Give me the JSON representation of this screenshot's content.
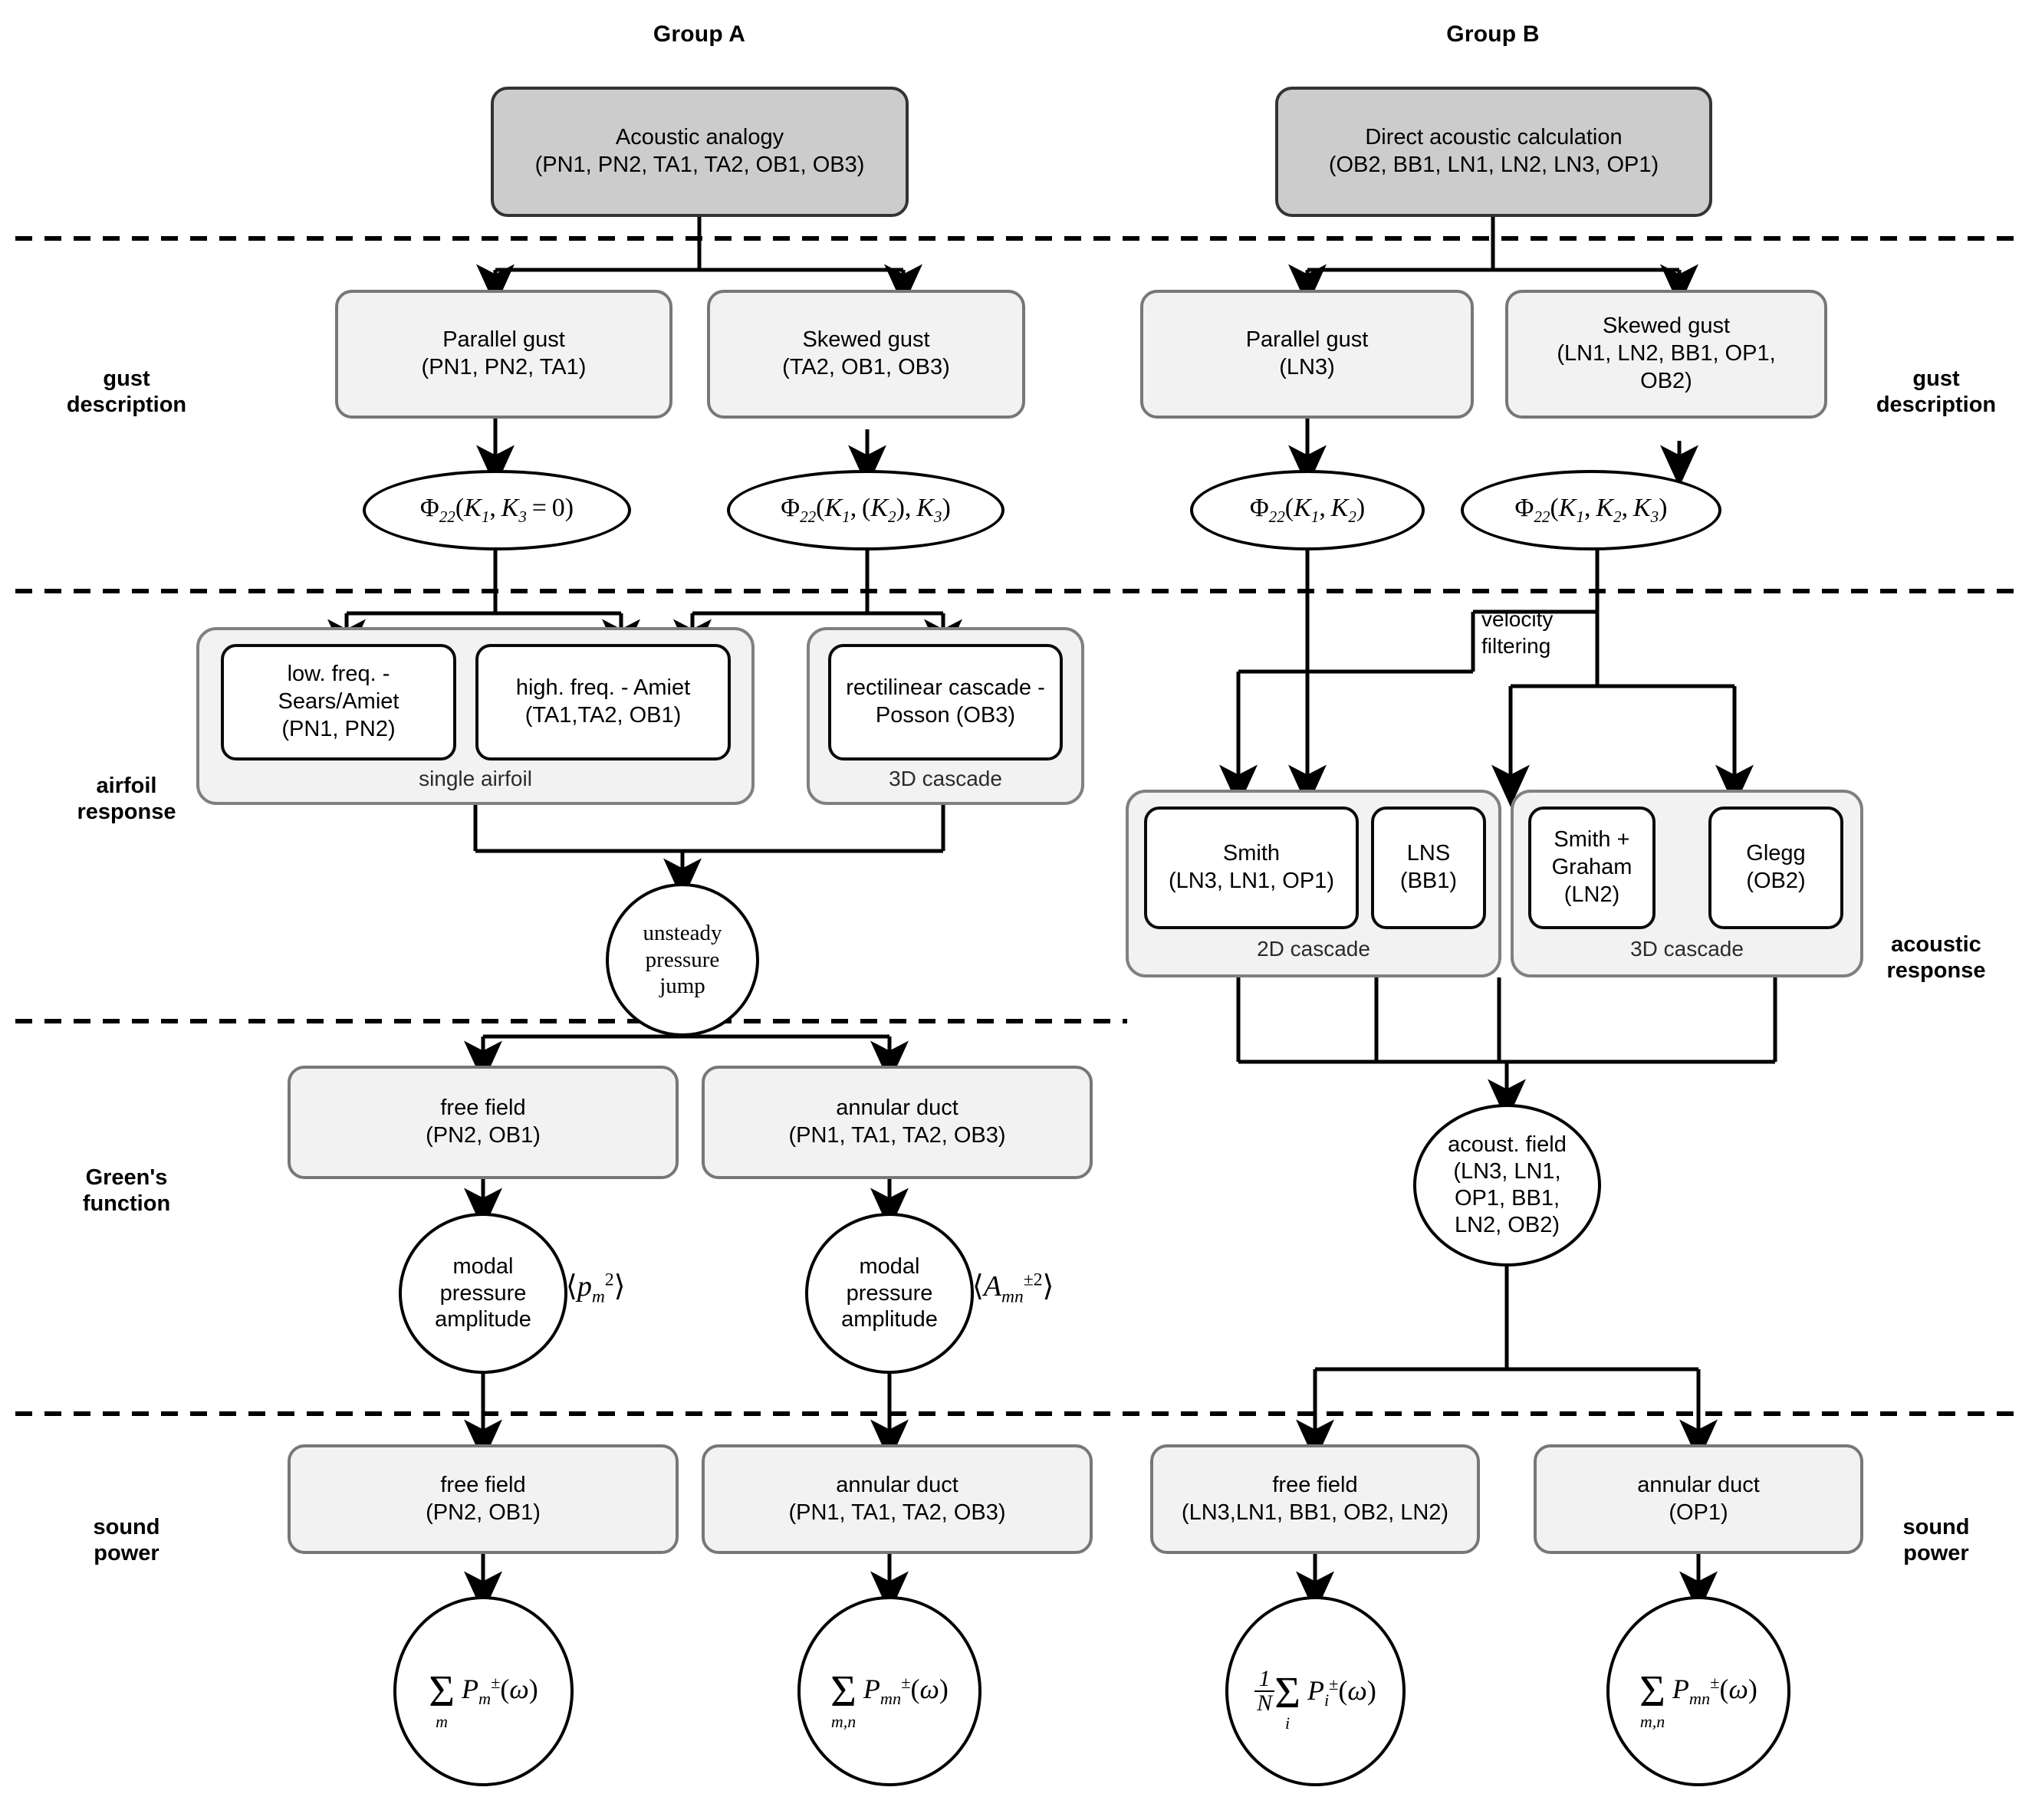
{
  "groups": {
    "a_title": "Group A",
    "b_title": "Group B"
  },
  "side_labels_left": [
    {
      "key": "gust",
      "text": "gust\ndescription"
    },
    {
      "key": "airfoil",
      "text": "airfoil\nresponse"
    },
    {
      "key": "greens",
      "text": "Green's\nfunction"
    },
    {
      "key": "sound",
      "text": "sound\npower"
    }
  ],
  "side_labels_right": [
    {
      "key": "gust",
      "text": "gust\ndescription"
    },
    {
      "key": "acoustic",
      "text": "acoustic\nresponse"
    },
    {
      "key": "sound",
      "text": "sound\npower"
    }
  ],
  "labels": {
    "gust_description": "gust\ndescription",
    "airfoil_response": "airfoil\nresponse",
    "greens_function": "Green's\nfunction",
    "sound_power": "sound\npower",
    "acoustic_response": "acoustic\nresponse"
  },
  "group_a": {
    "root": {
      "line1": "Acoustic analogy",
      "line2": "(PN1, PN2, TA1, TA2, OB1, OB3)"
    },
    "gust_parallel": {
      "line1": "Parallel gust",
      "line2": "(PN1, PN2, TA1)"
    },
    "gust_skewed": {
      "line1": "Skewed gust",
      "line2": "(TA2, OB1, OB3)"
    },
    "spectrum_parallel": "Φ22(K1, K3 = 0)",
    "spectrum_skewed": "Φ22(K1, (K2), K3)",
    "single_airfoil_label": "single airfoil",
    "cascade3d_label": "3D cascade",
    "resp_lowfreq": {
      "line1": "low. freq. -",
      "line2": "Sears/Amiet",
      "line3": "(PN1, PN2)"
    },
    "resp_highfreq": {
      "line1": "high. freq. -  Amiet",
      "line2": "(TA1,TA2, OB1)"
    },
    "resp_cascade": {
      "line1": "rectilinear cascade -",
      "line2": "Posson (OB3)"
    },
    "pressure_jump": {
      "line1": "unsteady",
      "line2": "pressure",
      "line3": "jump"
    },
    "green_free": {
      "line1": "free field",
      "line2": "(PN2, OB1)"
    },
    "green_duct": {
      "line1": "annular duct",
      "line2": "(PN1, TA1, TA2, OB3)"
    },
    "modal_free": {
      "line1": "modal",
      "line2": "pressure",
      "line3": "amplitude"
    },
    "modal_duct": {
      "line1": "modal",
      "line2": "pressure",
      "line3": "amplitude"
    },
    "modal_free_math": "⟨p²m⟩",
    "modal_duct_math": "⟨A±²mn⟩",
    "power_free": {
      "line1": "free field",
      "line2": "(PN2, OB1)"
    },
    "power_duct": {
      "line1": "annular duct",
      "line2": "(PN1, TA1, TA2, OB3)"
    },
    "sum_free": "∑m P±m(ω)",
    "sum_duct": "∑m,n P±mn(ω)"
  },
  "group_b": {
    "root": {
      "line1": "Direct acoustic calculation",
      "line2": "(OB2, BB1, LN1, LN2, LN3, OP1)"
    },
    "gust_parallel": {
      "line1": "Parallel gust",
      "line2": "(LN3)"
    },
    "gust_skewed": {
      "line1": "Skewed gust",
      "line2": "(LN1, LN2, BB1, OP1,",
      "line3": "OB2)"
    },
    "spectrum_parallel": "Φ22(K1, K2)",
    "spectrum_skewed": "Φ22(K1, K2, K3)",
    "velocity_filtering": "velocity\nfiltering",
    "cascade2d_label": "2D cascade",
    "cascade3d_label": "3D cascade",
    "resp_smith": {
      "line1": "Smith",
      "line2": "(LN3, LN1, OP1)"
    },
    "resp_lns": {
      "line1": "LNS",
      "line2": "(BB1)"
    },
    "resp_smith_graham": {
      "line1": "Smith +",
      "line2": "Graham",
      "line3": "(LN2)"
    },
    "resp_glegg": {
      "line1": "Glegg",
      "line2": "(OB2)"
    },
    "acoustic_field": {
      "line1": "acoust. field",
      "line2": "(LN3, LN1,",
      "line3": "OP1, BB1,",
      "line4": "LN2, OB2)"
    },
    "power_free": {
      "line1": "free field",
      "line2": "(LN3,LN1, BB1, OB2, LN2)"
    },
    "power_duct": {
      "line1": "annular duct",
      "line2": "(OP1)"
    },
    "sum_free": "(1/N) ∑i P±i(ω)",
    "sum_duct": "∑m,n P±mn(ω)"
  },
  "colors": {
    "root_fill": "#cccccc",
    "root_stroke": "#333333",
    "node_fill": "#f2f2f2",
    "node_stroke": "#777777",
    "wrap_stroke": "#808080",
    "inner_stroke": "#0a0a0a",
    "line": "#000000"
  }
}
